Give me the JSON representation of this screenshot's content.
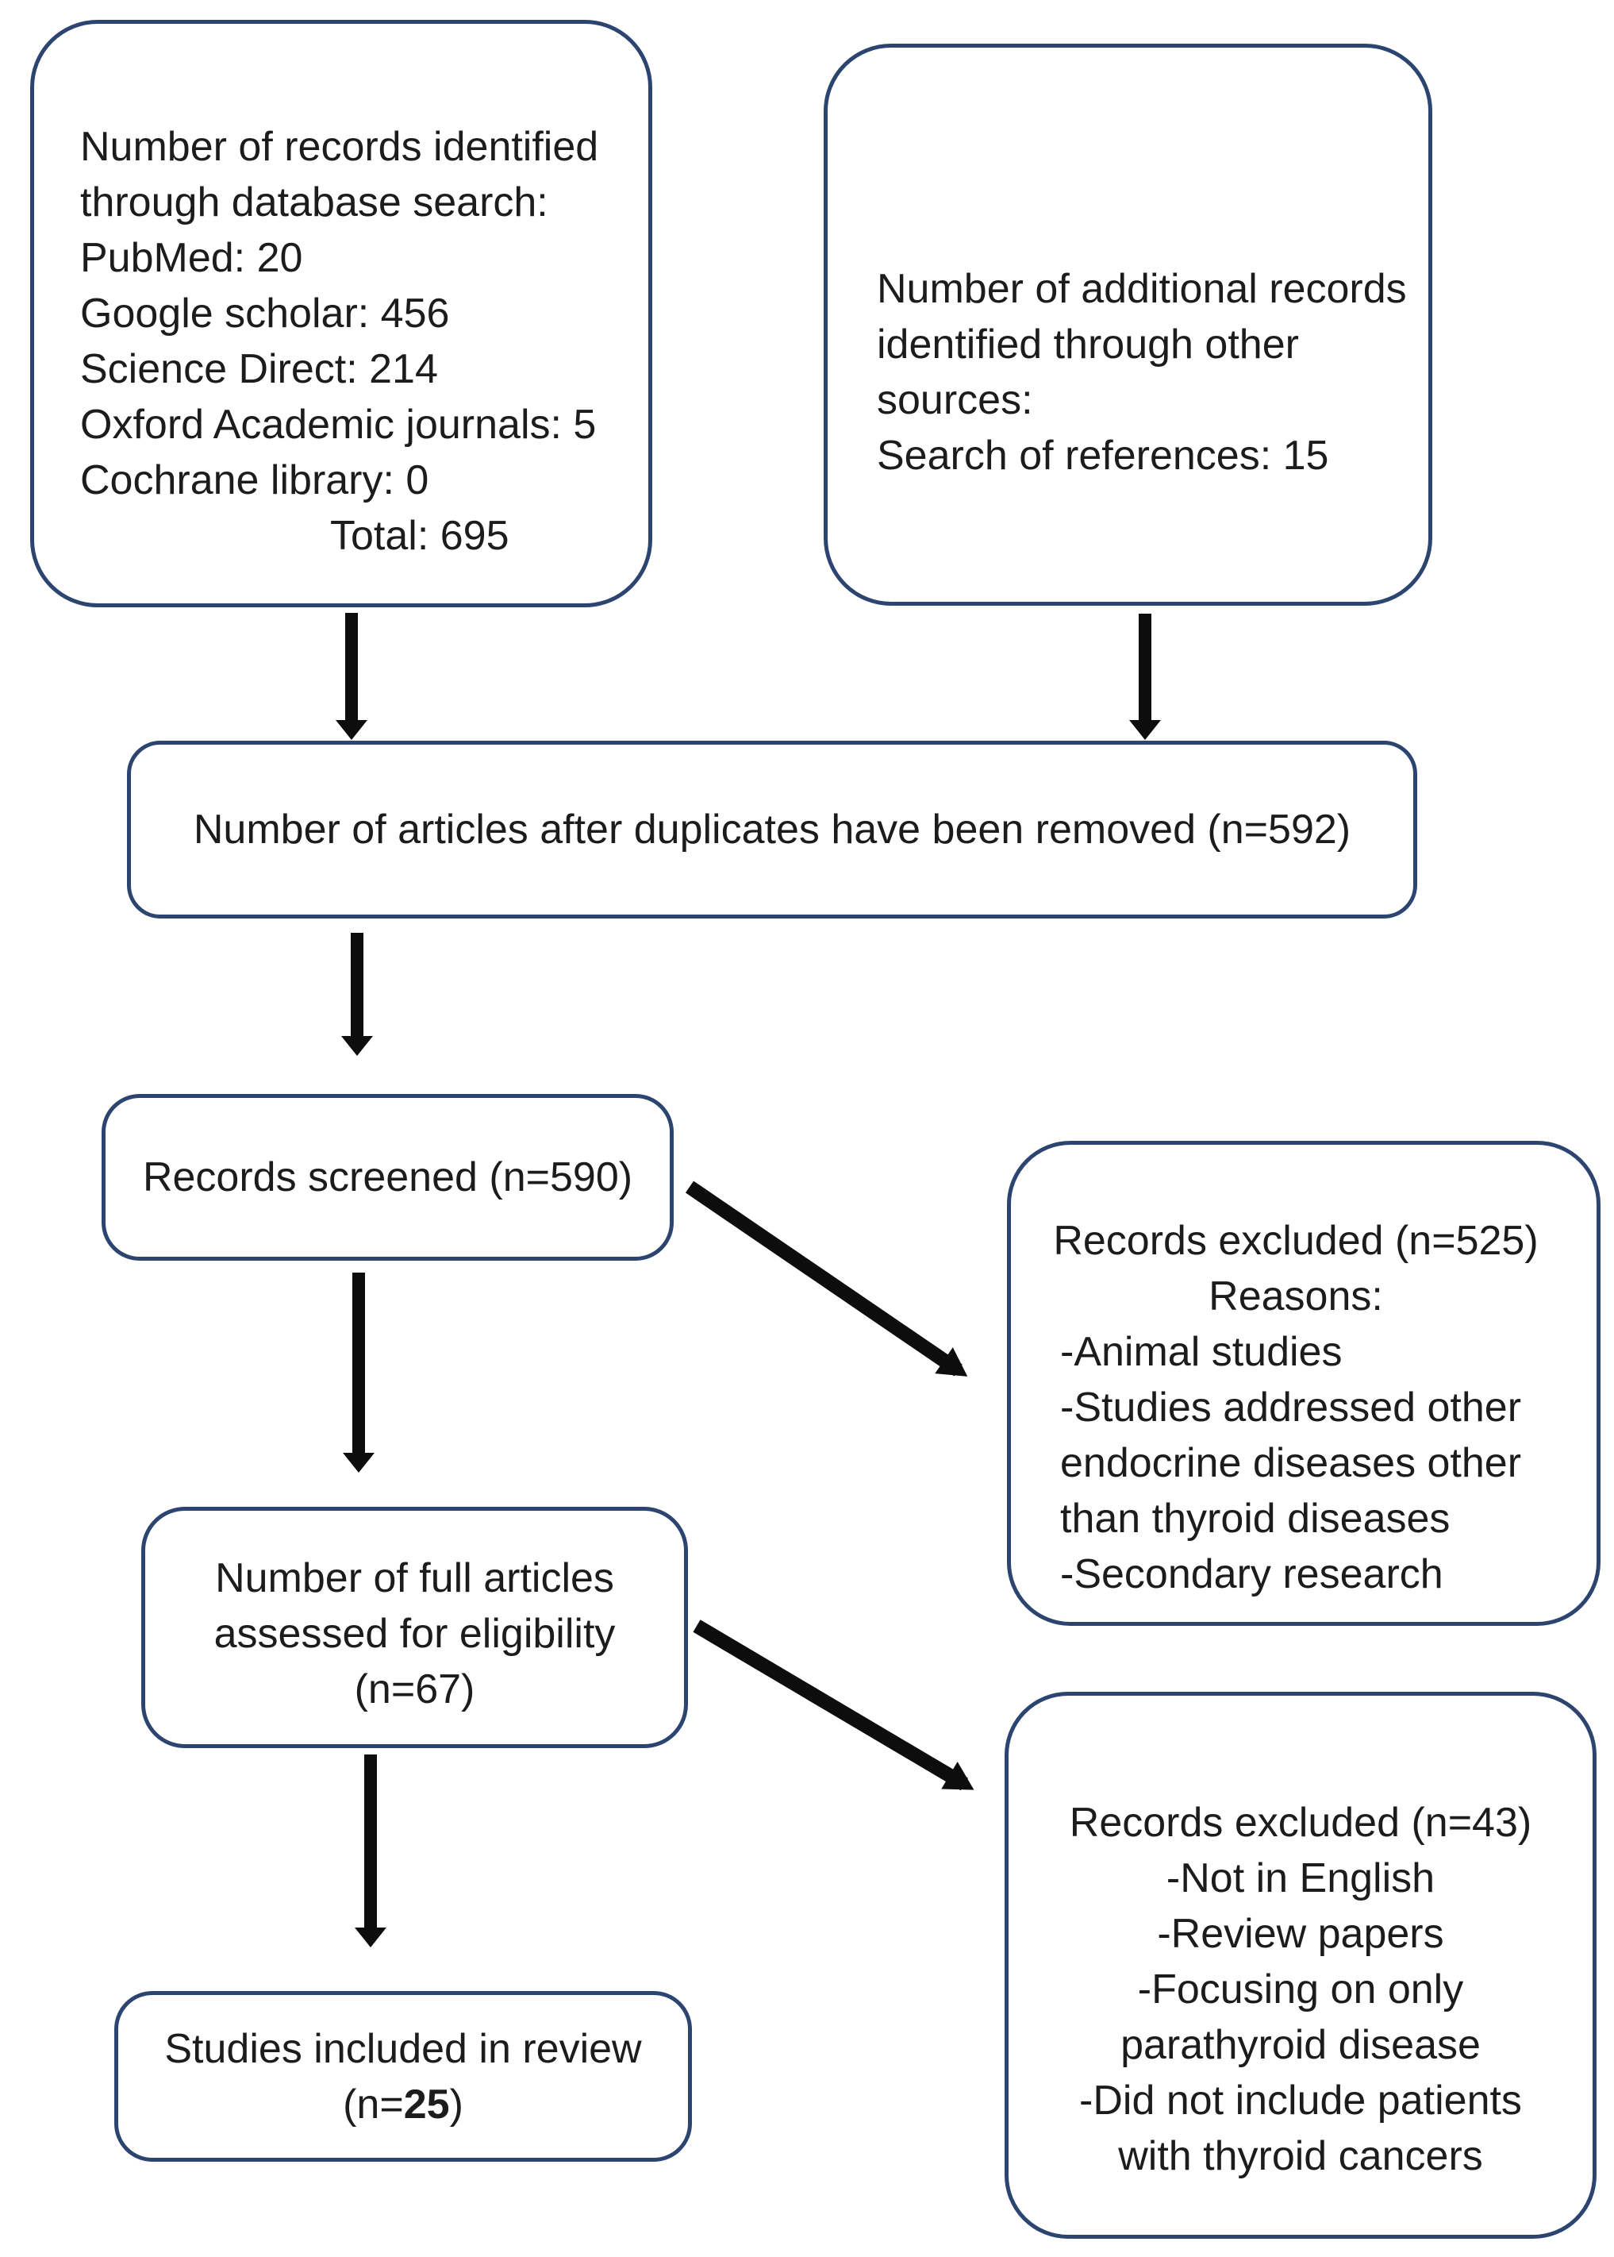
{
  "figure": {
    "type": "prisma-flow-diagram",
    "background_color": "#ffffff",
    "box_border_color": "#2c4470",
    "arrow_color": "#0d0d0d",
    "text_color": "#1c1c1c"
  },
  "boxes": {
    "identified_database": {
      "lines": [
        "Number of records identified",
        "through database search:",
        "PubMed: 20",
        "Google scholar: 456",
        "Science Direct: 214",
        "Oxford Academic journals: 5",
        "Cochrane library: 0"
      ],
      "total": "Total: 695"
    },
    "identified_other": {
      "lines": [
        "Number of additional records",
        "identified through other",
        "sources:",
        "Search of references: 15"
      ]
    },
    "deduplicated": {
      "text": "Number of articles after duplicates have been removed (n=592)"
    },
    "screened": {
      "text": "Records screened (n=590)"
    },
    "excluded_screening": {
      "title": "Records excluded (n=525)",
      "subtitle": "Reasons:",
      "reasons": [
        "-Animal studies",
        "-Studies addressed other",
        "endocrine diseases other",
        "than thyroid diseases",
        "-Secondary research"
      ]
    },
    "full_articles": {
      "lines": [
        "Number of full articles",
        "assessed for eligibility",
        "(n=67)"
      ]
    },
    "excluded_eligibility": {
      "title": "Records excluded (n=43)",
      "reasons": [
        "-Not in English",
        "-Review papers",
        "-Focusing on only",
        "parathyroid disease",
        "-Did not include patients",
        "with thyroid cancers"
      ]
    },
    "included": {
      "line1": "Studies included in review",
      "n_prefix": "(n=",
      "n_value": "25",
      "n_suffix": ")"
    }
  }
}
